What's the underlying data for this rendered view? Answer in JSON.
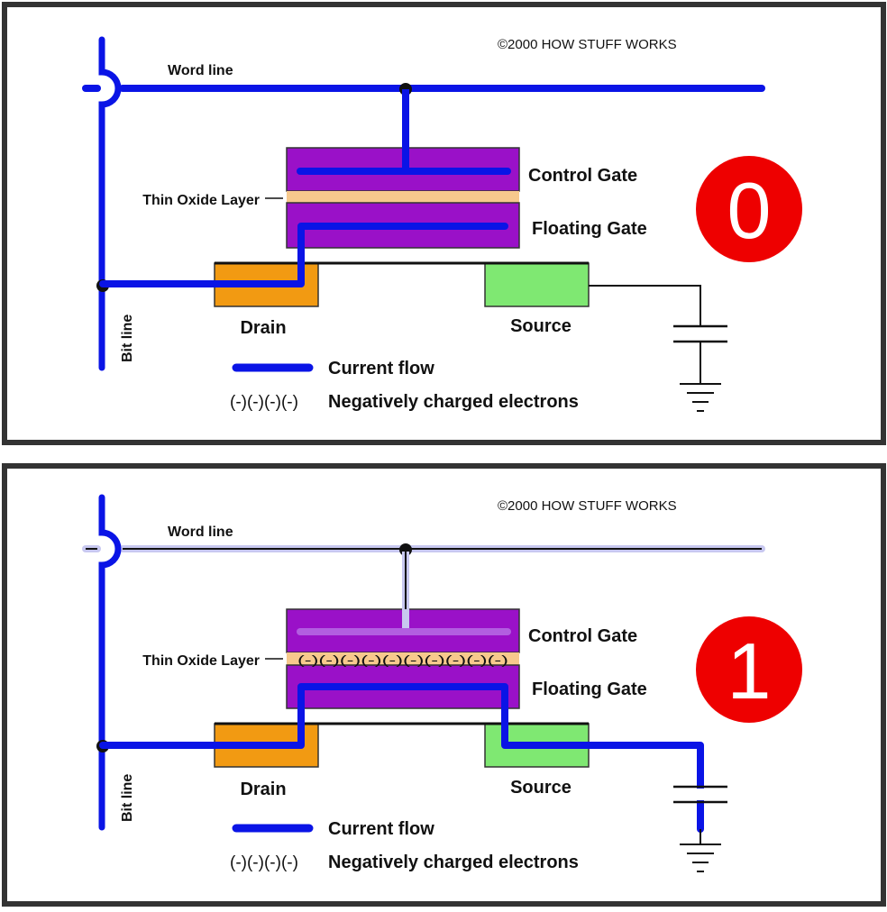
{
  "colors": {
    "frame": "#333333",
    "current": "#0a14e6",
    "current_faded": "#c8c8f0",
    "gate": "#9a11c8",
    "oxide": "#f7c98d",
    "drain": "#f29a12",
    "source": "#7fe872",
    "state_badge": "#ee0000"
  },
  "panels": [
    {
      "copyright": "©2000 HOW STUFF WORKS",
      "word_line": "Word line",
      "bit_line": "Bit line",
      "control_gate": "Control Gate",
      "floating_gate": "Floating Gate",
      "thin_oxide_layer": "Thin Oxide Layer",
      "drain": "Drain",
      "source": "Source",
      "legend_current": "Current flow",
      "legend_electrons_symbol": "(-)(-)(-)(-)",
      "legend_electrons": "Negatively charged electrons",
      "state": "0",
      "trapped_electrons": ""
    },
    {
      "copyright": "©2000 HOW STUFF WORKS",
      "word_line": "Word line",
      "bit_line": "Bit line",
      "control_gate": "Control Gate",
      "floating_gate": "Floating Gate",
      "thin_oxide_layer": "Thin Oxide Layer",
      "drain": "Drain",
      "source": "Source",
      "legend_current": "Current flow",
      "legend_electrons_symbol": "(-)(-)(-)(-)",
      "legend_electrons": "Negatively charged electrons",
      "state": "1",
      "trapped_electrons": "(-)(-)(-)(-)(-)(-)(-)(-)(-)(-)"
    }
  ]
}
